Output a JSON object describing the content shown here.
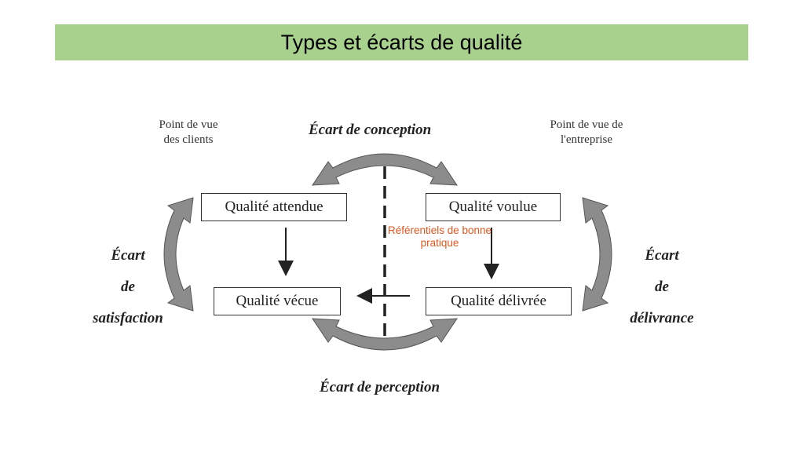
{
  "title": "Types et écarts de qualité",
  "diagram": {
    "view_clients": [
      "Point de vue",
      "des clients"
    ],
    "view_company": [
      "Point de vue de",
      "l'entreprise"
    ],
    "boxes": {
      "expected": "Qualité attendue",
      "wanted": "Qualité voulue",
      "experienced": "Qualité vécue",
      "delivered": "Qualité délivrée"
    },
    "gaps": {
      "design": "Écart de conception",
      "perception": "Écart de perception",
      "satisfaction": [
        "Écart",
        "de",
        "satisfaction"
      ],
      "delivery": [
        "Écart",
        "de",
        "délivrance"
      ]
    },
    "referentials": "Référentiels de bonne pratique"
  },
  "colors": {
    "title_band": "#a9d18e",
    "arrow_fill": "#8c8c8c",
    "referentials_text": "#e0561f"
  }
}
